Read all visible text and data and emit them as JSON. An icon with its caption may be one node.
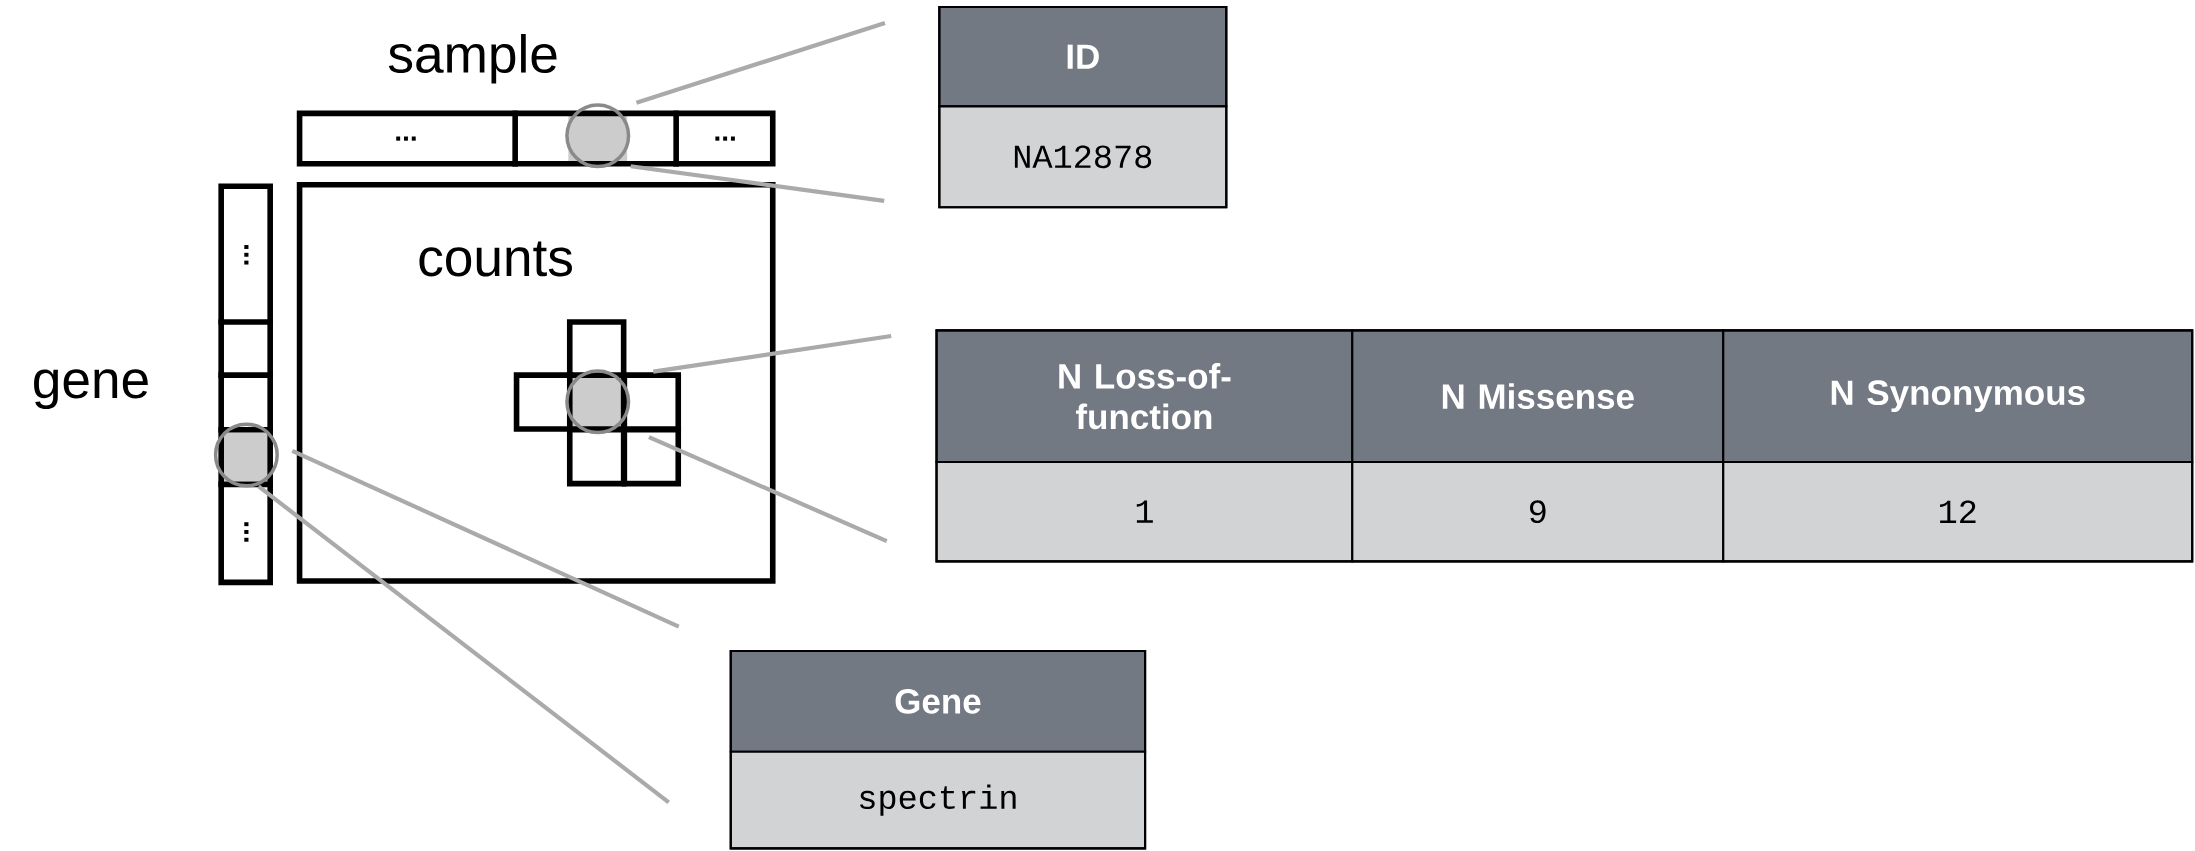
{
  "diagram": {
    "nodes": [
      {
        "text": [
          "sample",
          "...",
          "..."
        ]
      },
      {
        "text": [],
        "shape": "circle"
      },
      {
        "text": [
          "counts"
        ]
      },
      {
        "text": [],
        "shape": "circle",
        "in": 2
      },
      {
        "text": [
          "gene",
          "...",
          "..."
        ]
      },
      {
        "text": [],
        "shape": "circle"
      },
      {
        "text": [
          "ID",
          "NA12878"
        ]
      },
      {
        "text": [
          "N Loss-of-function",
          "N Missense",
          "N Synonymous",
          "1",
          "9",
          "12"
        ]
      },
      {
        "text": [
          "Gene",
          "spectrin"
        ]
      }
    ],
    "edges": [
      {
        "from": 1,
        "to": 6,
        "arrow": "none"
      },
      {
        "from": 1,
        "to": 6,
        "arrow": "none"
      },
      {
        "from": 3,
        "to": 7,
        "arrow": "none"
      },
      {
        "from": 3,
        "to": 7,
        "arrow": "none"
      },
      {
        "from": 5,
        "to": 8,
        "arrow": "none"
      },
      {
        "from": 5,
        "to": 8,
        "arrow": "none"
      }
    ]
  }
}
